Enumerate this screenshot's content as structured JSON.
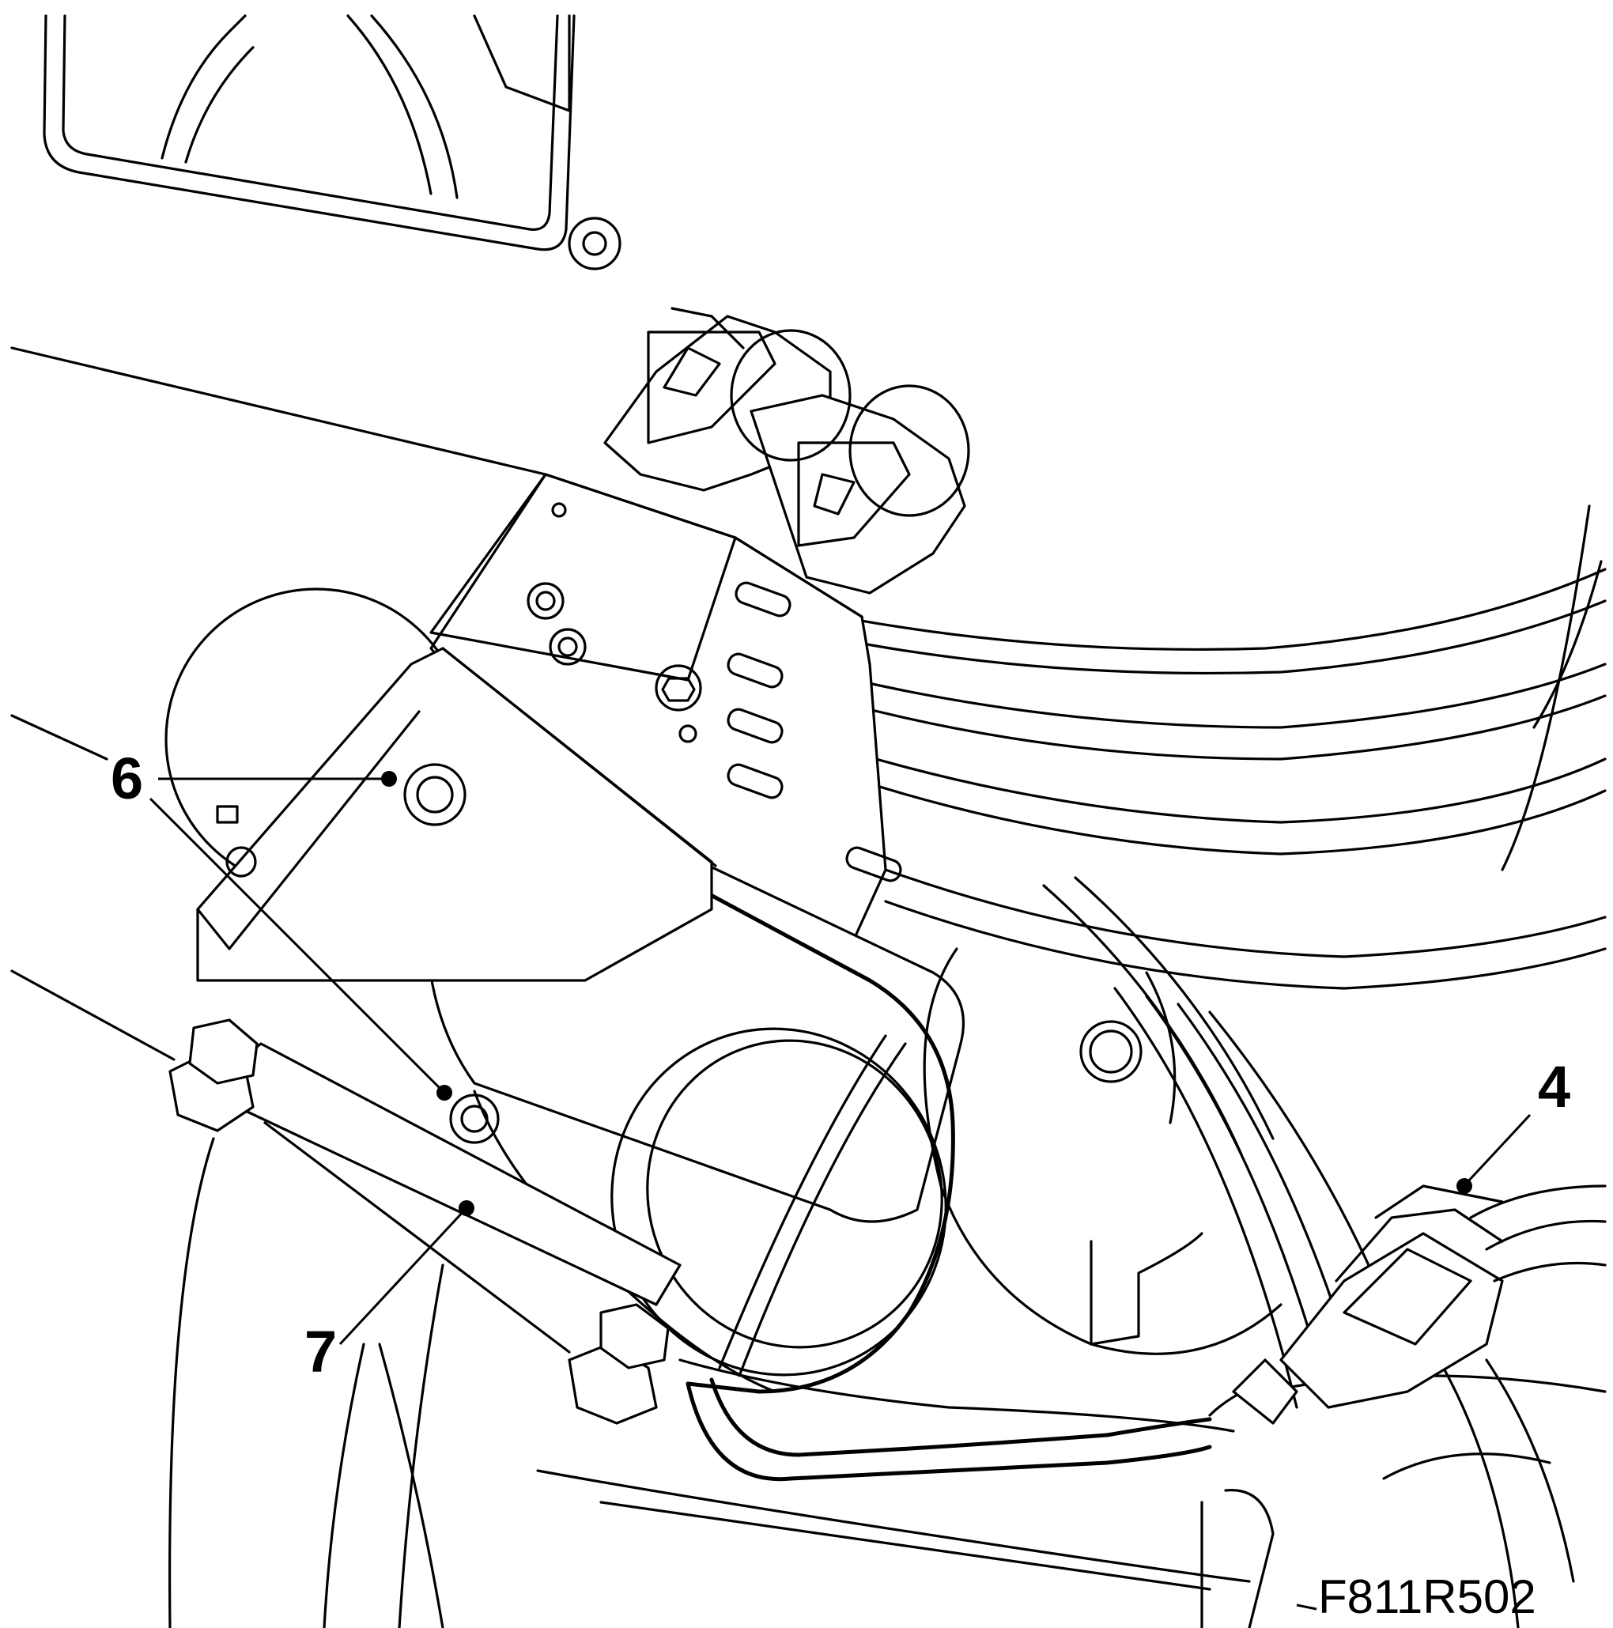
{
  "callouts": {
    "c4": "4",
    "c6": "6",
    "c7": "7"
  },
  "figure_id": "F811R502",
  "colors": {
    "line": "#000000",
    "background": "#ffffff"
  }
}
